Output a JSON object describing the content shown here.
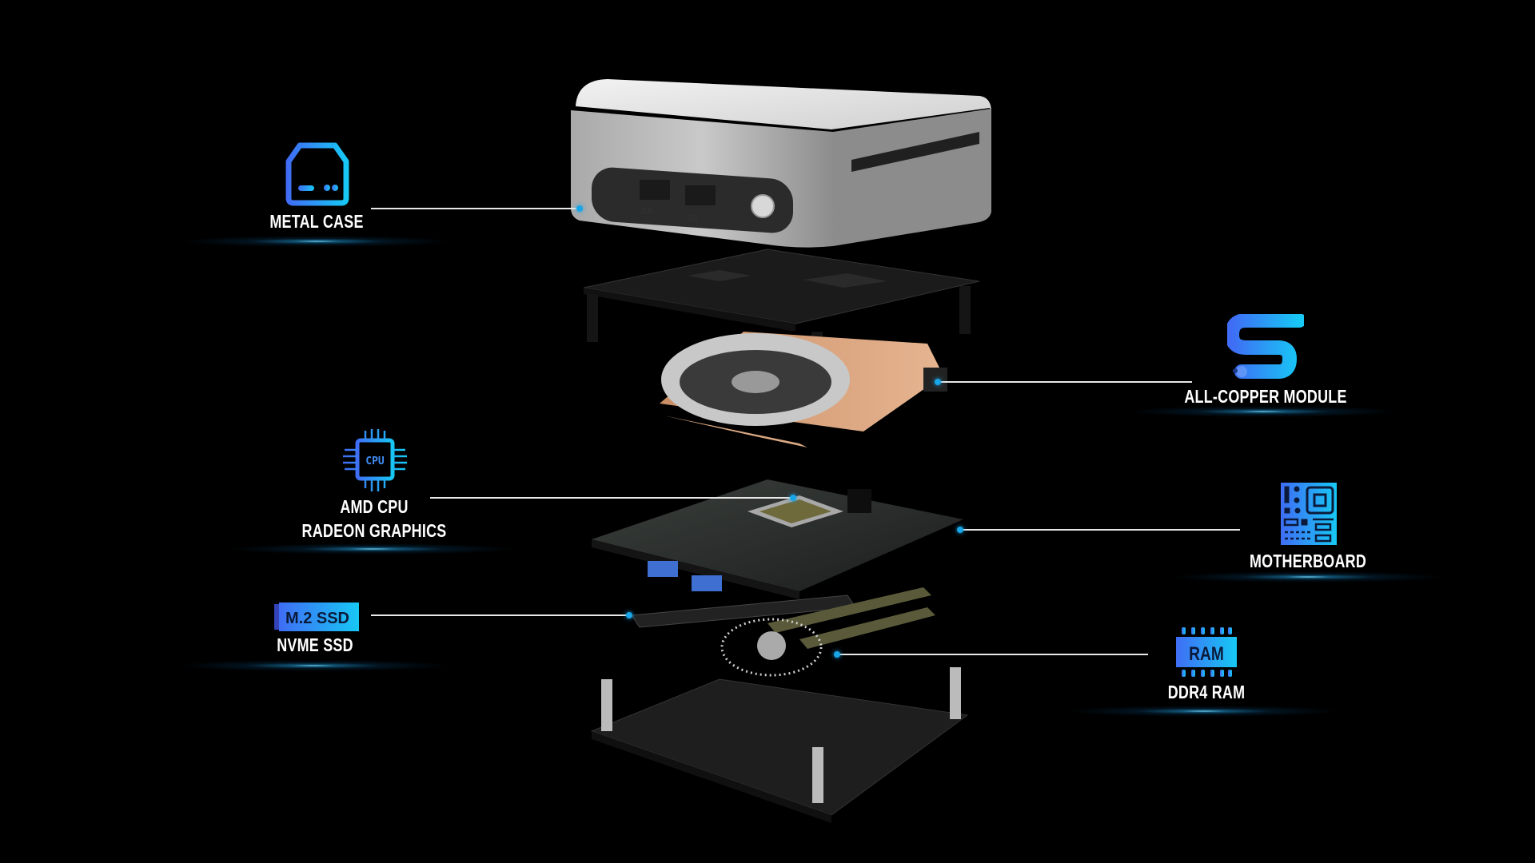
{
  "callouts": [
    {
      "id": "metal-case",
      "label": "METAL CASE",
      "icon": "mini-pc-case-icon"
    },
    {
      "id": "all-copper-module",
      "label": "ALL-COPPER MODULE",
      "icon": "copper-heatpipe-icon"
    },
    {
      "id": "amd-cpu",
      "label_line1": "AMD CPU",
      "label_line2": "RADEON GRAPHICS",
      "icon": "cpu-chip-icon",
      "icon_text": "CPU"
    },
    {
      "id": "motherboard",
      "label": "MOTHERBOARD",
      "icon": "motherboard-icon"
    },
    {
      "id": "nvme-ssd",
      "label": "NVME SSD",
      "icon": "m2-ssd-icon",
      "icon_text": "M.2 SSD"
    },
    {
      "id": "ddr4-ram",
      "label": "DDR4 RAM",
      "icon": "ram-module-icon",
      "icon_text": "RAM"
    }
  ],
  "product": {
    "port_labels": [
      "SS",
      "SS"
    ]
  },
  "colors": {
    "background": "#000000",
    "accent_start": "#3f6df5",
    "accent_end": "#17c8f5",
    "dot": "#19a6e8",
    "glow": "#3fc3f0"
  }
}
